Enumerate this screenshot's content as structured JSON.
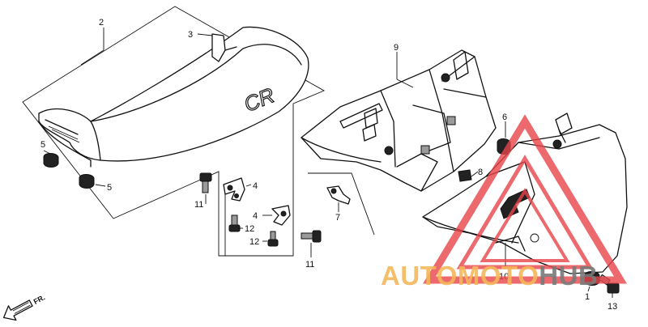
{
  "callouts": {
    "c2": "2",
    "c3": "3",
    "c4a": "4",
    "c4b": "4",
    "c5a": "5",
    "c5b": "5",
    "c6": "6",
    "c7": "7",
    "c8": "8",
    "c9": "9",
    "c10": "10",
    "c11a": "11",
    "c11b": "11",
    "c12a": "12",
    "c12b": "12",
    "c1": "1",
    "c13": "13"
  },
  "seat_logo": "CR",
  "direction_label": "FR.",
  "watermark": {
    "text_part1": "AUTOMOTO",
    "text_part2": "HUB",
    "color_orange": "#f5b75a",
    "color_gray": "#7a7a7a",
    "color_red": "#e8444a"
  }
}
